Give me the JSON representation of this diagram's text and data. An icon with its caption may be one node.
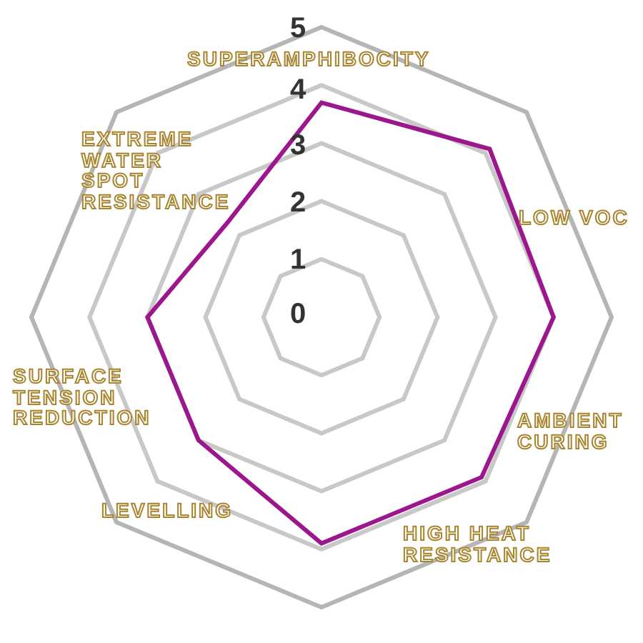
{
  "diagram": {
    "labels": [
      "5",
      "SUPERAMPHIBOCITY",
      "4",
      "EXTREME WATER SPOT RESISTANCE",
      "3",
      "2",
      "LOW VOC",
      "1",
      "0",
      "SURFACE TENSION REDUCTION",
      "AMBIENT CURING",
      "LEVELLING",
      "HIGH HEAT RESISTANCE"
    ]
  }
}
